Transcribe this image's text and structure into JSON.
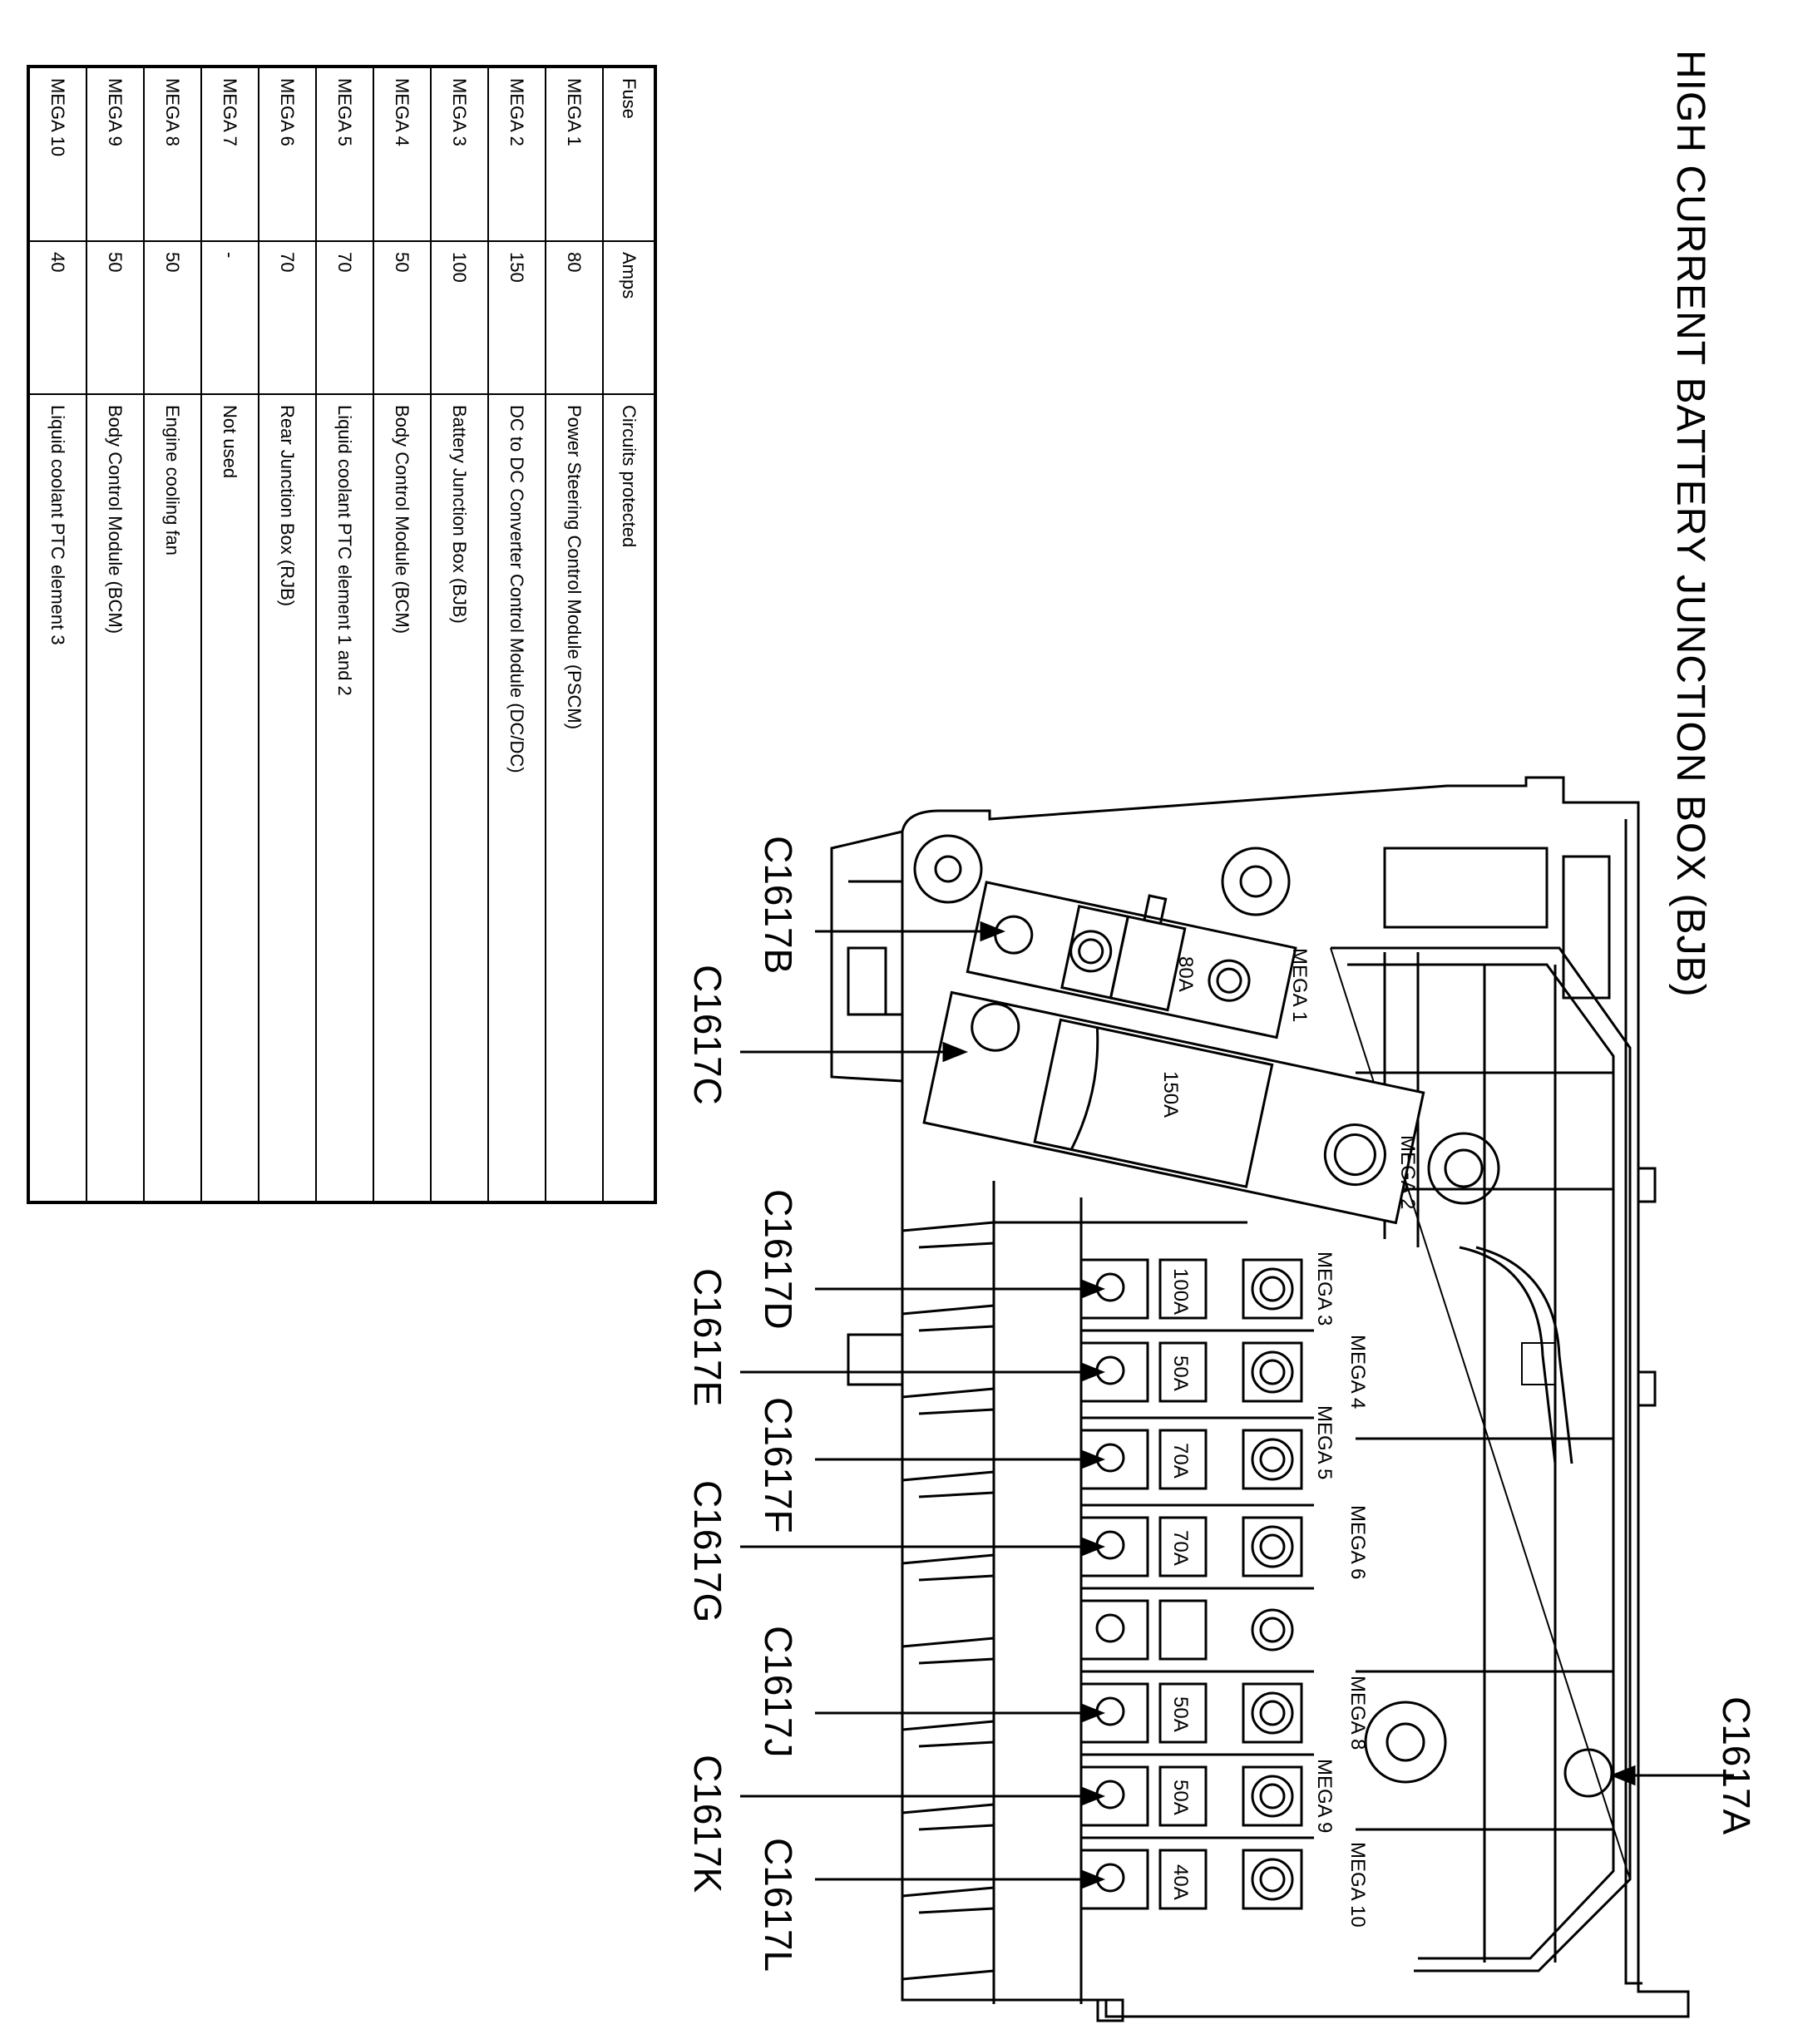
{
  "title": "HIGH CURRENT BATTERY JUNCTION BOX (BJB)",
  "table": {
    "headers": [
      "Fuse",
      "Amps",
      "Circuits protected"
    ],
    "rows": [
      {
        "fuse": "MEGA 1",
        "amps": "80",
        "circuit": "Power Steering Control Module (PSCM)"
      },
      {
        "fuse": "MEGA 2",
        "amps": "150",
        "circuit": "DC to DC Converter Control Module (DC/DC)"
      },
      {
        "fuse": "MEGA 3",
        "amps": "100",
        "circuit": "Battery Junction Box (BJB)"
      },
      {
        "fuse": "MEGA 4",
        "amps": "50",
        "circuit": "Body Control Module (BCM)"
      },
      {
        "fuse": "MEGA 5",
        "amps": "70",
        "circuit": "Liquid coolant PTC element 1 and 2"
      },
      {
        "fuse": "MEGA 6",
        "amps": "70",
        "circuit": "Rear Junction Box (RJB)"
      },
      {
        "fuse": "MEGA 7",
        "amps": "-",
        "circuit": "Not used"
      },
      {
        "fuse": "MEGA 8",
        "amps": "50",
        "circuit": "Engine cooling fan"
      },
      {
        "fuse": "MEGA 9",
        "amps": "50",
        "circuit": "Body Control Module (BCM)"
      },
      {
        "fuse": "MEGA 10",
        "amps": "40",
        "circuit": "Liquid coolant PTC element 3"
      }
    ]
  },
  "diagram": {
    "connectors": {
      "a": "C1617A",
      "b": "C1617B",
      "c": "C1617C",
      "d": "C1617D",
      "e": "C1617E",
      "f": "C1617F",
      "g": "C1617G",
      "j": "C1617J",
      "k": "C1617K",
      "l": "C1617L"
    },
    "mega_labels": {
      "m1": "MEGA 1",
      "m2": "MEGA 2",
      "m3": "MEGA 3",
      "m4": "MEGA 4",
      "m5": "MEGA 5",
      "m6": "MEGA 6",
      "m8": "MEGA 8",
      "m9": "MEGA 9",
      "m10": "MEGA 10"
    },
    "ratings": {
      "r1": "80A",
      "r2": "150A",
      "r3": "100A",
      "r4": "50A",
      "r5": "70A",
      "r6": "70A",
      "r8": "50A",
      "r9": "50A",
      "r10": "40A"
    }
  }
}
